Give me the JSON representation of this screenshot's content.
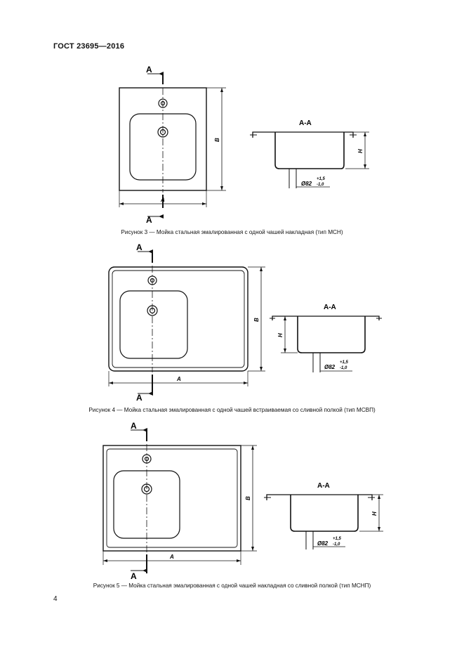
{
  "document": {
    "standard": "ГОСТ 23695—2016",
    "page_number": "4"
  },
  "figures": [
    {
      "caption": "Рисунок 3 — Мойка стальная эмалированная с одной чашей накладная (тип МСН)",
      "section_mark": "А",
      "section_title": "А-А",
      "dim_width": "А",
      "dim_depth": "В",
      "dim_height": "Н",
      "drain_dia": "Ø82",
      "tol_upper": "+1,5",
      "tol_lower": "-1,0"
    },
    {
      "caption": "Рисунок  4 — Мойка стальная эмалированная с одной чашей встраиваемая со сливной полкой (тип МСВП)",
      "section_mark": "А",
      "section_title": "А-А",
      "dim_width": "А",
      "dim_depth": "В",
      "dim_height": "Н",
      "drain_dia": "Ø82",
      "tol_upper": "+1,5",
      "tol_lower": "-1,0"
    },
    {
      "caption": "Рисунок  5 — Мойка стальная эмалированная с одной чашей накладная со сливной полкой (тип МСНП)",
      "section_mark": "А",
      "section_title": "А-А",
      "dim_width": "А",
      "dim_depth": "В",
      "dim_height": "Н",
      "drain_dia": "Ø82",
      "tol_upper": "+1,5",
      "tol_lower": "-1,0"
    }
  ]
}
